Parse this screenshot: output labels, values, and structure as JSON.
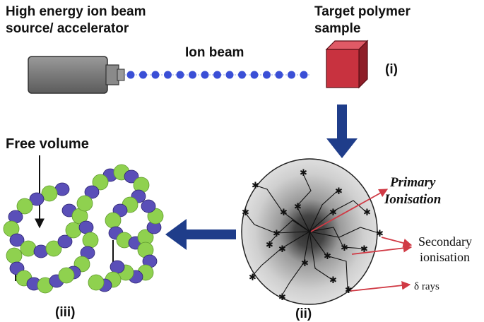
{
  "labels": {
    "source_line1": "High energy ion beam",
    "source_line2": "source/ accelerator",
    "target_line1": "Target polymer",
    "target_line2": "sample",
    "ion_beam": "Ion beam",
    "step_i": "(i)",
    "step_ii": "(ii)",
    "step_iii": "(iii)",
    "free_volume": "Free volume",
    "primary_line1": "Primary",
    "primary_line2": "Ionisation",
    "secondary_line1": "Secondary",
    "secondary_line2": "ionisation",
    "delta_rays": "δ rays"
  },
  "colors": {
    "accelerator": "#7f7f7f",
    "beam_dot": "#3a4fd6",
    "target": "#c8323f",
    "flow_arrow": "#1f3d8a",
    "bead_green": "#8fd14f",
    "bead_purple": "#5a4fb8",
    "pointer_red": "#d03a45"
  }
}
